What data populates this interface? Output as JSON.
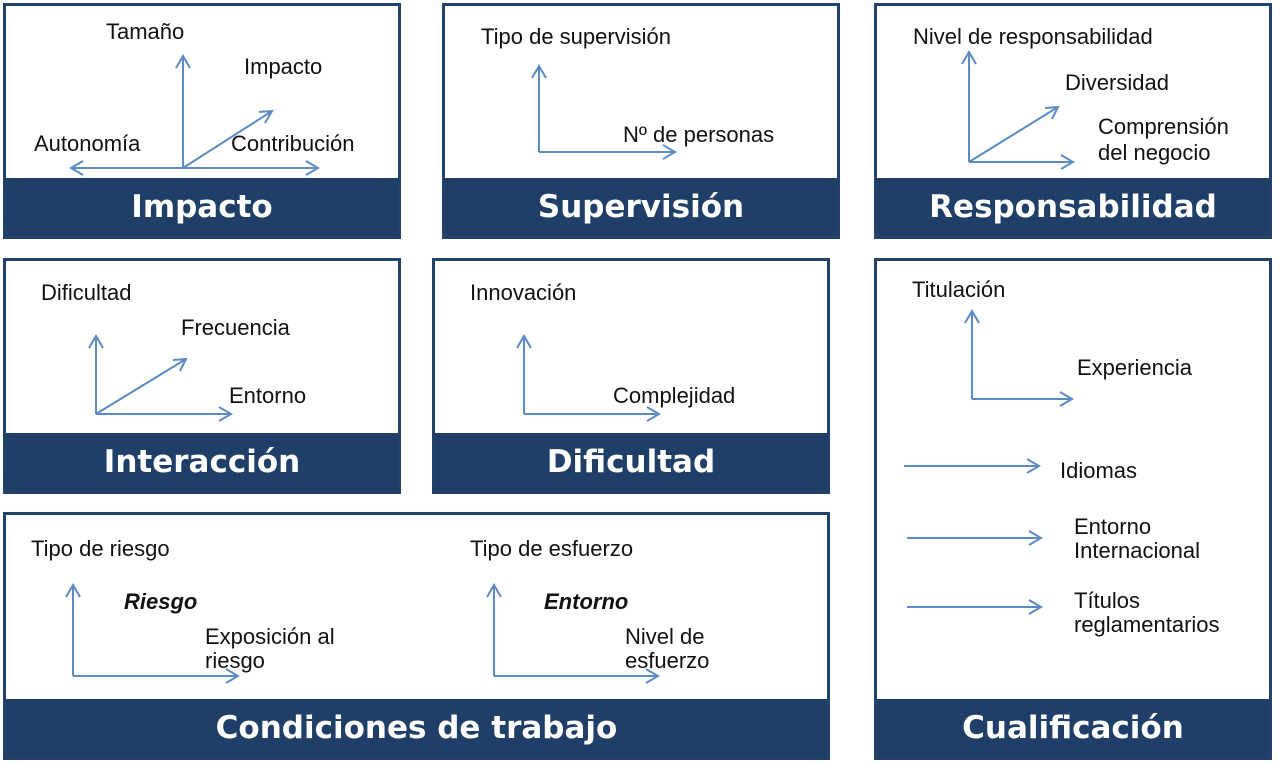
{
  "colors": {
    "panel_border": "#22426a",
    "title_bar": "#203f68",
    "arrow": "#5b8ac4"
  },
  "panels": {
    "impacto": {
      "title": "Impacto",
      "labels": {
        "tamano": "Tamaño",
        "impacto": "Impacto",
        "autonomia": "Autonomía",
        "contribucion": "Contribución"
      }
    },
    "supervision": {
      "title": "Supervisión",
      "labels": {
        "tipo": "Tipo de supervisión",
        "personas": "Nº de personas"
      }
    },
    "responsabilidad": {
      "title": "Responsabilidad",
      "labels": {
        "nivel": "Nivel de responsabilidad",
        "diversidad": "Diversidad",
        "comprension": "Comprensión",
        "negocio": "del negocio"
      }
    },
    "interaccion": {
      "title": "Interacción",
      "labels": {
        "dificultad": "Dificultad",
        "frecuencia": "Frecuencia",
        "entorno": "Entorno"
      }
    },
    "dificultad": {
      "title": "Dificultad",
      "labels": {
        "innovacion": "Innovación",
        "complejidad": "Complejidad"
      }
    },
    "condiciones": {
      "title": "Condiciones de trabajo",
      "labels": {
        "tipo_riesgo": "Tipo de riesgo",
        "riesgo": "Riesgo",
        "exposicion_1": "Exposición al",
        "exposicion_2": "riesgo",
        "tipo_esfuerzo": "Tipo de esfuerzo",
        "entorno": "Entorno",
        "nivel_1": "Nivel de",
        "nivel_2": "esfuerzo"
      }
    },
    "cualificacion": {
      "title": "Cualificación",
      "labels": {
        "titulacion": "Titulación",
        "experiencia": "Experiencia",
        "idiomas": "Idiomas",
        "entorno_1": "Entorno",
        "entorno_2": "Internacional",
        "titulos_1": "Títulos",
        "titulos_2": "reglamentarios"
      }
    }
  }
}
